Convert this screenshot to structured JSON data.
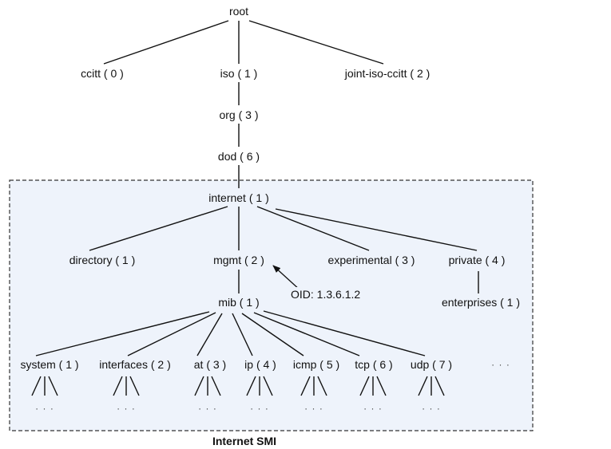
{
  "colors": {
    "region_fill": "#eef3fb",
    "region_border": "#333333",
    "line": "#111111"
  },
  "nodes": {
    "root": "root",
    "ccitt": "ccitt ( 0 )",
    "iso": "iso ( 1 )",
    "joint": "joint-iso-ccitt ( 2 )",
    "org": "org ( 3 )",
    "dod": "dod ( 6 )",
    "internet": "internet ( 1 )",
    "directory": "directory ( 1 )",
    "mgmt": "mgmt ( 2 )",
    "experimental": "experimental ( 3 )",
    "private": "private ( 4 )",
    "enterprises": "enterprises ( 1 )",
    "mib": "mib ( 1 )",
    "system": "system ( 1 )",
    "interfaces": "interfaces ( 2 )",
    "at": "at ( 3 )",
    "ip": "ip ( 4 )",
    "icmp": "icmp ( 5 )",
    "tcp": "tcp ( 6 )",
    "udp": "udp ( 7 )",
    "more": "· · ·"
  },
  "annotation": {
    "oid": "OID: 1.3.6.1.2"
  },
  "ellipsis": "· · ·",
  "caption": "Internet SMI"
}
